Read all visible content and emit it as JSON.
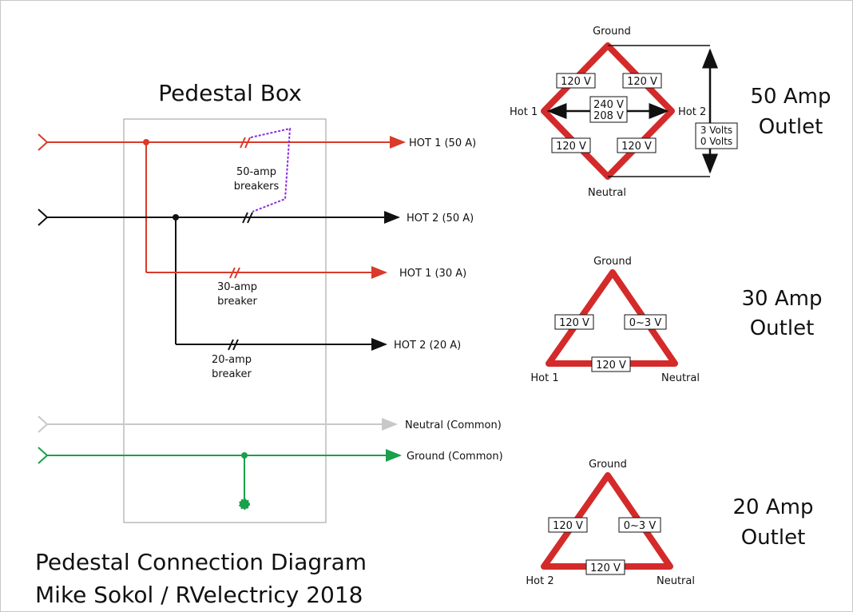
{
  "diagram": {
    "pedestal_box_label": "Pedestal Box",
    "lines": {
      "hot1_50": "HOT 1 (50 A)",
      "hot2_50": "HOT 2 (50 A)",
      "hot1_30": "HOT 1 (30 A)",
      "hot2_20": "HOT 2 (20 A)",
      "neutral": "Neutral (Common)",
      "ground": "Ground (Common)"
    },
    "breakers": {
      "b50_line1": "50-amp",
      "b50_line2": "breakers",
      "b30_line1": "30-amp",
      "b30_line2": "breaker",
      "b20_line1": "20-amp",
      "b20_line2": "breaker"
    },
    "footer": {
      "line1": "Pedestal Connection Diagram",
      "line2": "Mike Sokol / RVelectricy 2018"
    },
    "outlet50": {
      "title_line1": "50 Amp",
      "title_line2": "Outlet",
      "ground": "Ground",
      "neutral": "Neutral",
      "hot1": "Hot 1",
      "hot2": "Hot 2",
      "v_top_left": "120 V",
      "v_top_right": "120 V",
      "v_bottom_left": "120 V",
      "v_bottom_right": "120 V",
      "v_center_1": "240 V",
      "v_center_2": "208 V",
      "v_side_1": "3 Volts",
      "v_side_2": "0 Volts"
    },
    "outlet30": {
      "title_line1": "30 Amp",
      "title_line2": "Outlet",
      "ground": "Ground",
      "hot": "Hot 1",
      "neutral": "Neutral",
      "v_left": "120 V",
      "v_right": "0~3 V",
      "v_bottom": "120 V"
    },
    "outlet20": {
      "title_line1": "20 Amp",
      "title_line2": "Outlet",
      "ground": "Ground",
      "hot": "Hot 2",
      "neutral": "Neutral",
      "v_left": "120 V",
      "v_right": "0~3 V",
      "v_bottom": "120 V"
    },
    "colors": {
      "hot1": "#d93a2b",
      "hot2": "#111111",
      "neutral": "#c8c8c8",
      "ground": "#18a04a",
      "outlet": "#d42a2a",
      "breaker_link": "#8a2be2"
    }
  }
}
